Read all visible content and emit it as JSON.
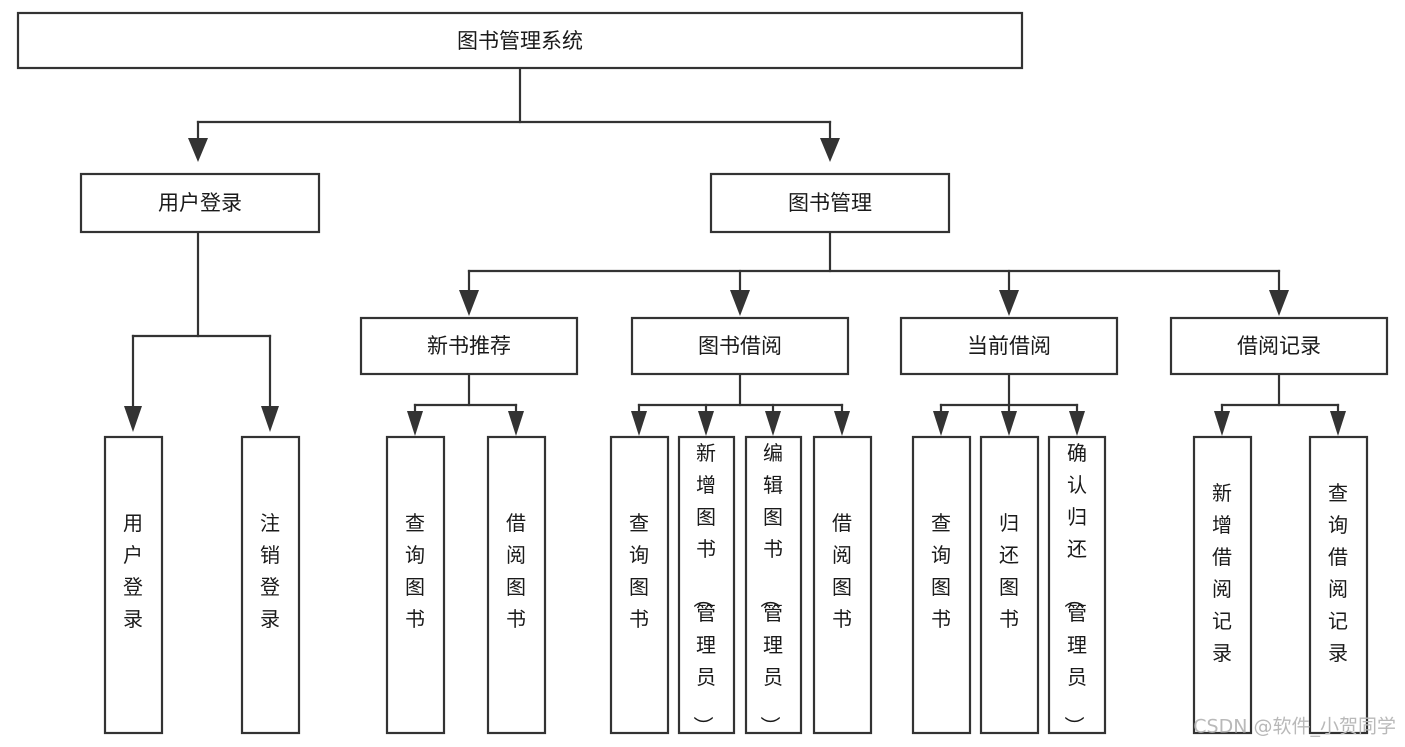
{
  "diagram": {
    "type": "tree",
    "title": "图书管理系统",
    "orientation": "top-down",
    "root": {
      "id": "root",
      "label": "图书管理系统",
      "text_orientation": "horizontal"
    },
    "level2": [
      {
        "id": "user-login",
        "label": "用户登录",
        "text_orientation": "horizontal"
      },
      {
        "id": "book-manage",
        "label": "图书管理",
        "text_orientation": "horizontal"
      }
    ],
    "level3": [
      {
        "id": "new-book-recommend",
        "label": "新书推荐",
        "parent": "book-manage",
        "text_orientation": "horizontal"
      },
      {
        "id": "book-borrow",
        "label": "图书借阅",
        "parent": "book-manage",
        "text_orientation": "horizontal"
      },
      {
        "id": "current-borrow",
        "label": "当前借阅",
        "parent": "book-manage",
        "text_orientation": "horizontal"
      },
      {
        "id": "borrow-record",
        "label": "借阅记录",
        "parent": "book-manage",
        "text_orientation": "horizontal"
      }
    ],
    "leaves": [
      {
        "id": "leaf-user-login",
        "label": "用户登录",
        "parent": "user-login",
        "text_orientation": "vertical"
      },
      {
        "id": "leaf-user-logout",
        "label": "注销登录",
        "parent": "user-login",
        "text_orientation": "vertical"
      },
      {
        "id": "leaf-query-book-1",
        "label": "查询图书",
        "parent": "new-book-recommend",
        "text_orientation": "vertical"
      },
      {
        "id": "leaf-borrow-book-1",
        "label": "借阅图书",
        "parent": "new-book-recommend",
        "text_orientation": "vertical"
      },
      {
        "id": "leaf-query-book-2",
        "label": "查询图书",
        "parent": "book-borrow",
        "text_orientation": "vertical"
      },
      {
        "id": "leaf-add-book",
        "label": "新增图书（管理员）",
        "parent": "book-borrow",
        "text_orientation": "vertical"
      },
      {
        "id": "leaf-edit-book",
        "label": "编辑图书（管理员）",
        "parent": "book-borrow",
        "text_orientation": "vertical"
      },
      {
        "id": "leaf-borrow-book-2",
        "label": "借阅图书",
        "parent": "book-borrow",
        "text_orientation": "vertical"
      },
      {
        "id": "leaf-query-book-3",
        "label": "查询图书",
        "parent": "current-borrow",
        "text_orientation": "vertical"
      },
      {
        "id": "leaf-return-book",
        "label": "归还图书",
        "parent": "current-borrow",
        "text_orientation": "vertical"
      },
      {
        "id": "leaf-confirm-return",
        "label": "确认归还（管理员）",
        "parent": "current-borrow",
        "text_orientation": "vertical"
      },
      {
        "id": "leaf-add-record",
        "label": "新增借阅记录",
        "parent": "borrow-record",
        "text_orientation": "vertical"
      },
      {
        "id": "leaf-query-record",
        "label": "查询借阅记录",
        "parent": "borrow-record",
        "text_orientation": "vertical"
      }
    ],
    "colors": {
      "background": "#ffffff",
      "box_fill": "#ffffff",
      "box_stroke": "#333333",
      "text": "#1a1a1a",
      "watermark": "#b9b9b9"
    }
  },
  "watermark": {
    "text": "CSDN @软件_小贺同学"
  }
}
